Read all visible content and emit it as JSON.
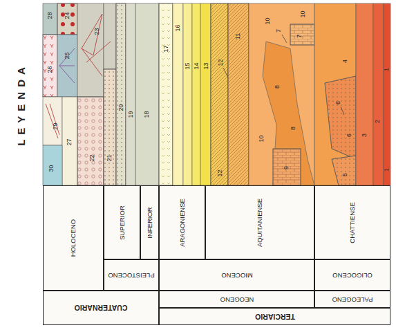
{
  "diagram": {
    "title": "LEYENDA",
    "nodes": [
      {
        "text": [
          "HOLOCENO"
        ]
      },
      {
        "text": [
          "SUPERIOR"
        ]
      },
      {
        "text": [
          "INFERIOR"
        ]
      },
      {
        "text": [
          "ARAGONIENSE"
        ]
      },
      {
        "text": [
          "AQUITANIENSE"
        ]
      },
      {
        "text": [
          "CHATTIENSE"
        ]
      },
      {
        "text": [
          "PLEISTOCENO"
        ]
      },
      {
        "text": [
          "MIOCENO"
        ]
      },
      {
        "text": [
          "OLIGOCENO"
        ]
      },
      {
        "text": [
          "NEOGENO"
        ]
      },
      {
        "text": [
          "PALEOGENO"
        ]
      },
      {
        "text": [
          "CUATERNARIO"
        ]
      },
      {
        "text": [
          "TERCIARIO"
        ]
      }
    ],
    "labels": [
      "28",
      "24",
      "25",
      "26",
      "23",
      "29",
      "27",
      "30",
      "22",
      "21",
      "20",
      "19",
      "18",
      "17",
      "16",
      "15",
      "14",
      "13",
      "12",
      "11",
      "12",
      "10",
      "7",
      "10",
      "7",
      "8",
      "10",
      "8",
      "9",
      "4",
      "6",
      "6",
      "5",
      "3",
      "2",
      "1",
      "1"
    ]
  }
}
